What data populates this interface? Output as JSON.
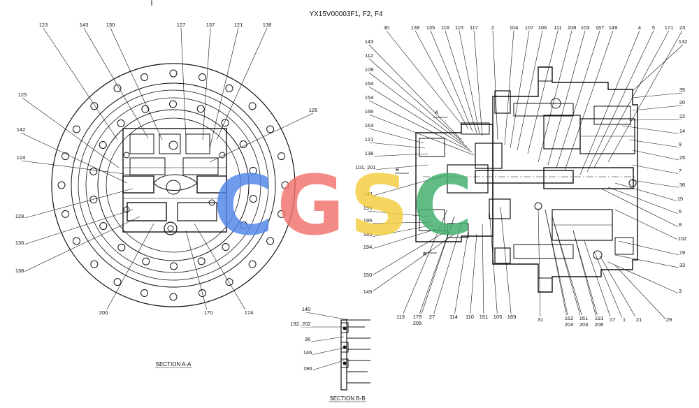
{
  "title": "YX15V00003F1, F2, F4",
  "section_aa": "SECTION  A-A",
  "section_bb": "SECTION  B-B",
  "watermark": {
    "letters": [
      "C",
      "G",
      "S",
      "C"
    ],
    "colors": [
      "#4f86e8",
      "#f2716c",
      "#f4cc3a",
      "#3fae6a"
    ]
  },
  "view_markers": [
    "A",
    "B",
    "A"
  ],
  "left_labels": [
    "123",
    "143",
    "130",
    "127",
    "137",
    "121",
    "138",
    "125",
    "126",
    "142",
    "124",
    "128",
    "136",
    "138",
    "200",
    "170",
    "174"
  ],
  "right_labels": [
    "30",
    "139",
    "135",
    "116",
    "115",
    "117",
    "2",
    "104",
    "107",
    "106",
    "111",
    "108",
    "103",
    "167",
    "149",
    "4",
    "5",
    "171",
    "23",
    "143",
    "132",
    "112",
    "109",
    "164",
    "154",
    "166",
    "163",
    "121",
    "138",
    "101, 201",
    "141",
    "199",
    "195",
    "193",
    "194",
    "150",
    "145",
    "35",
    "20",
    "22",
    "14",
    "9",
    "25",
    "7",
    "36",
    "15",
    "6",
    "8",
    "102",
    "19",
    "33",
    "3",
    "29",
    "113",
    "179",
    "205",
    "27",
    "114",
    "110",
    "151",
    "105",
    "169",
    "31",
    "162",
    "204",
    "161",
    "203",
    "191",
    "206",
    "17",
    "1",
    "21"
  ],
  "bb_labels": [
    "140",
    "192, 202",
    "36",
    "146",
    "190"
  ]
}
